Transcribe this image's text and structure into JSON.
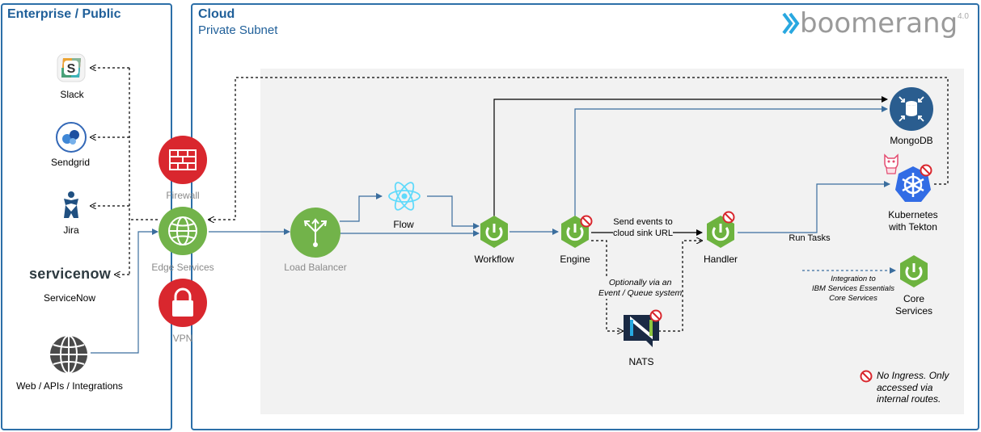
{
  "enterprise": {
    "title": "Enterprise / Public",
    "items": [
      {
        "name": "Slack",
        "icon": "slack-icon"
      },
      {
        "name": "Sendgrid",
        "icon": "sendgrid-icon"
      },
      {
        "name": "Jira",
        "icon": "jira-icon"
      },
      {
        "name": "ServiceNow",
        "icon": "servicenow-icon",
        "logo_text": "servicenow"
      },
      {
        "name": "Web / APIs / Integrations",
        "icon": "globe-icon"
      }
    ]
  },
  "cloud": {
    "title": "Cloud",
    "subtitle": "Private Subnet",
    "brand": {
      "name": "boomerang",
      "version": "4.0"
    }
  },
  "gateway": {
    "firewall": "Firewall",
    "edge": "Edge Services",
    "vpn": "VPN"
  },
  "nodes": {
    "load_balancer": "Load Balancer",
    "flow": "Flow",
    "workflow": "Workflow",
    "engine": "Engine",
    "handler": "Handler",
    "nats": "NATS",
    "mongodb": "MongoDB",
    "kubernetes_line1": "Kubernetes",
    "kubernetes_line2": "with Tekton",
    "core_line1": "Core",
    "core_line2": "Services"
  },
  "edges": {
    "send_events_line1": "Send events to",
    "send_events_line2": "cloud sink URL",
    "optional_line1": "Optionally via an",
    "optional_line2": "Event / Queue system",
    "run_tasks": "Run Tasks",
    "integration_line1": "Integration to",
    "integration_line2": "IBM Services Essentials",
    "integration_line3": "Core Services"
  },
  "legend": {
    "line1": "No Ingress. Only",
    "line2": "accessed via",
    "line3": "internal routes."
  },
  "colors": {
    "border": "#2c6fa8",
    "spring_green": "#6db33f",
    "red": "#d9272e",
    "mongo_blue": "#2a5d8f",
    "k8s_blue": "#326ce5",
    "edge_line": "#3b6e9e"
  }
}
